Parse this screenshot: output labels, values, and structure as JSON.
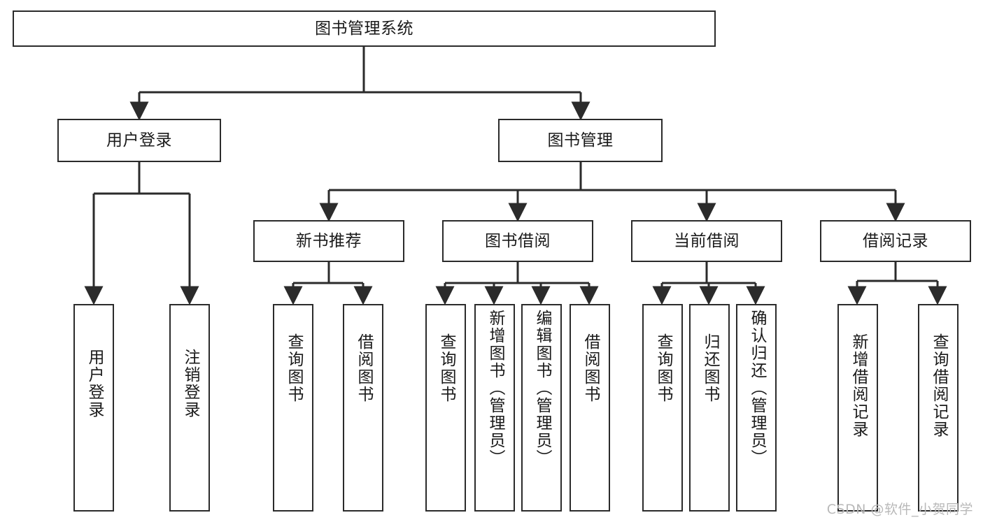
{
  "diagram": {
    "title": "图书管理系统",
    "type": "tree-hierarchy",
    "root": {
      "id": "root",
      "label": "图书管理系统"
    },
    "level2": [
      {
        "id": "user-login",
        "label": "用户登录"
      },
      {
        "id": "book-management",
        "label": "图书管理"
      }
    ],
    "level3": [
      {
        "id": "new-book-recommend",
        "label": "新书推荐",
        "parent": "book-management"
      },
      {
        "id": "book-borrow",
        "label": "图书借阅",
        "parent": "book-management"
      },
      {
        "id": "current-borrow",
        "label": "当前借阅",
        "parent": "book-management"
      },
      {
        "id": "borrow-record",
        "label": "借阅记录",
        "parent": "book-management"
      }
    ],
    "leaves": {
      "user-login": [
        {
          "id": "leaf-user-login",
          "label": "用户登录"
        },
        {
          "id": "leaf-logout-login",
          "label": "注销登录"
        }
      ],
      "new-book-recommend": [
        {
          "id": "leaf-query-book-1",
          "label": "查询图书"
        },
        {
          "id": "leaf-borrow-book-1",
          "label": "借阅图书"
        }
      ],
      "book-borrow": [
        {
          "id": "leaf-query-book-2",
          "label": "查询图书"
        },
        {
          "id": "leaf-add-book",
          "label": "新增图书（管理员）"
        },
        {
          "id": "leaf-edit-book",
          "label": "编辑图书（管理员）"
        },
        {
          "id": "leaf-borrow-book-2",
          "label": "借阅图书"
        }
      ],
      "current-borrow": [
        {
          "id": "leaf-query-book-3",
          "label": "查询图书"
        },
        {
          "id": "leaf-return-book",
          "label": "归还图书"
        },
        {
          "id": "leaf-confirm-return",
          "label": "确认归还（管理员）"
        }
      ],
      "borrow-record": [
        {
          "id": "leaf-add-record",
          "label": "新增借阅记录"
        },
        {
          "id": "leaf-query-record",
          "label": "查询借阅记录"
        }
      ]
    },
    "colors": {
      "stroke": "#2b2b2b",
      "fill": "#ffffff",
      "text": "#1a1a1a",
      "watermark": "#b9b9b9"
    }
  },
  "watermark": {
    "text": "CSDN @软件_小贺同学"
  }
}
